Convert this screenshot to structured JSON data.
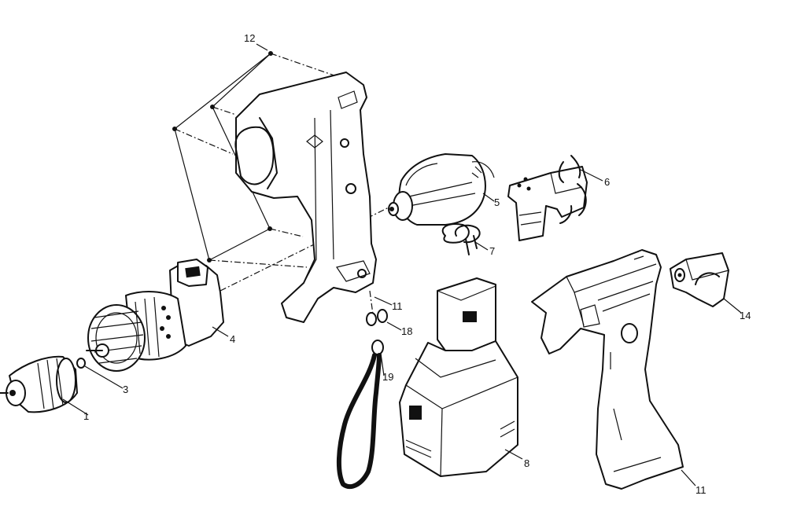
{
  "diagram": {
    "colors": {
      "ink": "#111111",
      "paper": "#ffffff"
    },
    "parts": [
      {
        "id": "p1",
        "label": "1",
        "name": "chuck"
      },
      {
        "id": "p3",
        "label": "3",
        "name": "retaining-ring"
      },
      {
        "id": "p4",
        "label": "4",
        "name": "gearbox-clutch-assembly"
      },
      {
        "id": "p5",
        "label": "5",
        "name": "motor"
      },
      {
        "id": "p6",
        "label": "6",
        "name": "switch"
      },
      {
        "id": "p7",
        "label": "7",
        "name": "clip"
      },
      {
        "id": "p8",
        "label": "8",
        "name": "battery-pack"
      },
      {
        "id": "p11a",
        "label": "11",
        "name": "housing-half-left"
      },
      {
        "id": "p11b",
        "label": "11",
        "name": "housing-half-right"
      },
      {
        "id": "p12",
        "label": "12",
        "name": "screws"
      },
      {
        "id": "p14",
        "label": "14",
        "name": "belt-clip"
      },
      {
        "id": "p18",
        "label": "18",
        "name": "washer"
      },
      {
        "id": "p19",
        "label": "19",
        "name": "wrist-strap"
      }
    ]
  }
}
